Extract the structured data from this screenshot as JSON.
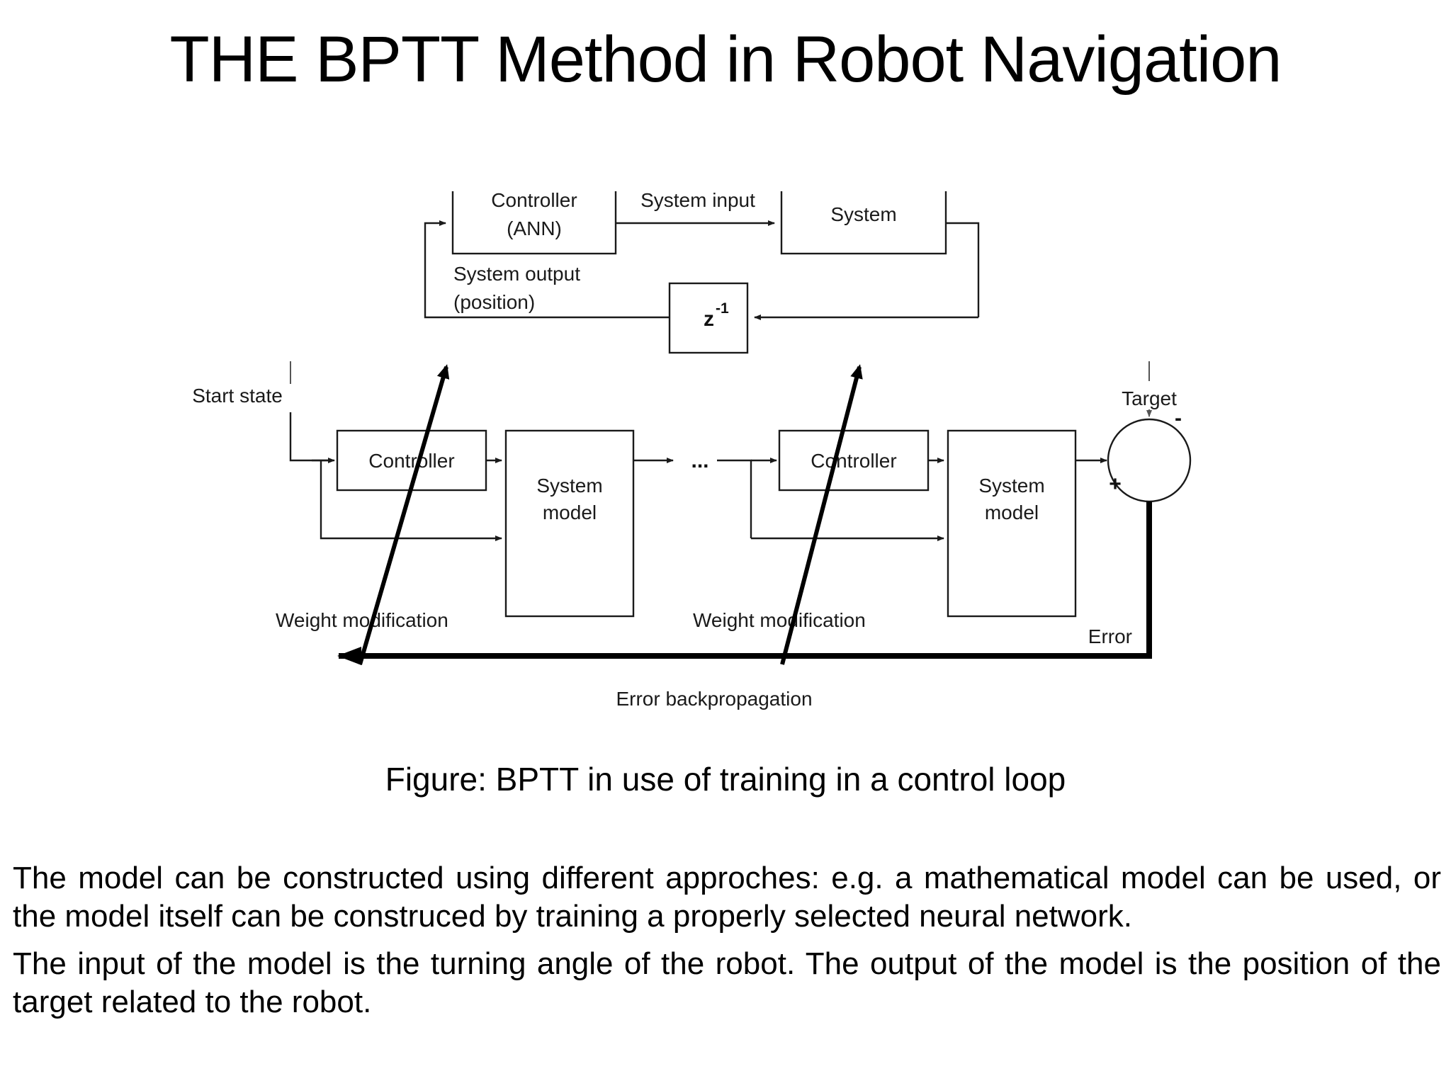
{
  "slide": {
    "title": "THE BPTT Method in Robot Navigation"
  },
  "figure": {
    "caption": "Figure: BPTT in use of training in a control loop",
    "top_diagram": {
      "controller_line1": "Controller",
      "controller_line2": "(ANN)",
      "system": "System",
      "system_input_label": "System input",
      "system_output_line1": "System output",
      "system_output_line2": "(position)",
      "delay_block": "z",
      "delay_exponent": "-1"
    },
    "bottom_diagram": {
      "start_state": "Start state",
      "controller_1": "Controller",
      "system_model_1_line1": "System",
      "system_model_1_line2": "model",
      "ellipsis": "...",
      "controller_2": "Controller",
      "system_model_2_line1": "System",
      "system_model_2_line2": "model",
      "target": "Target",
      "sum_minus": "-",
      "sum_plus": "+",
      "error": "Error",
      "weight_modification_1": "Weight modification",
      "weight_modification_2": "Weight modification",
      "error_backpropagation": "Error backpropagation"
    }
  },
  "body": {
    "paragraph_1": "The model can be constructed using different approches: e.g. a mathematical model can be used, or the model itself can be construced by training a properly selected neural network.",
    "paragraph_2": "The input of the model is the turning angle of the robot. The output of the model is the position of the target related to the robot."
  },
  "colors": {
    "background": "#ffffff",
    "text": "#000000",
    "diagram_stroke": "#1a1a1a"
  }
}
